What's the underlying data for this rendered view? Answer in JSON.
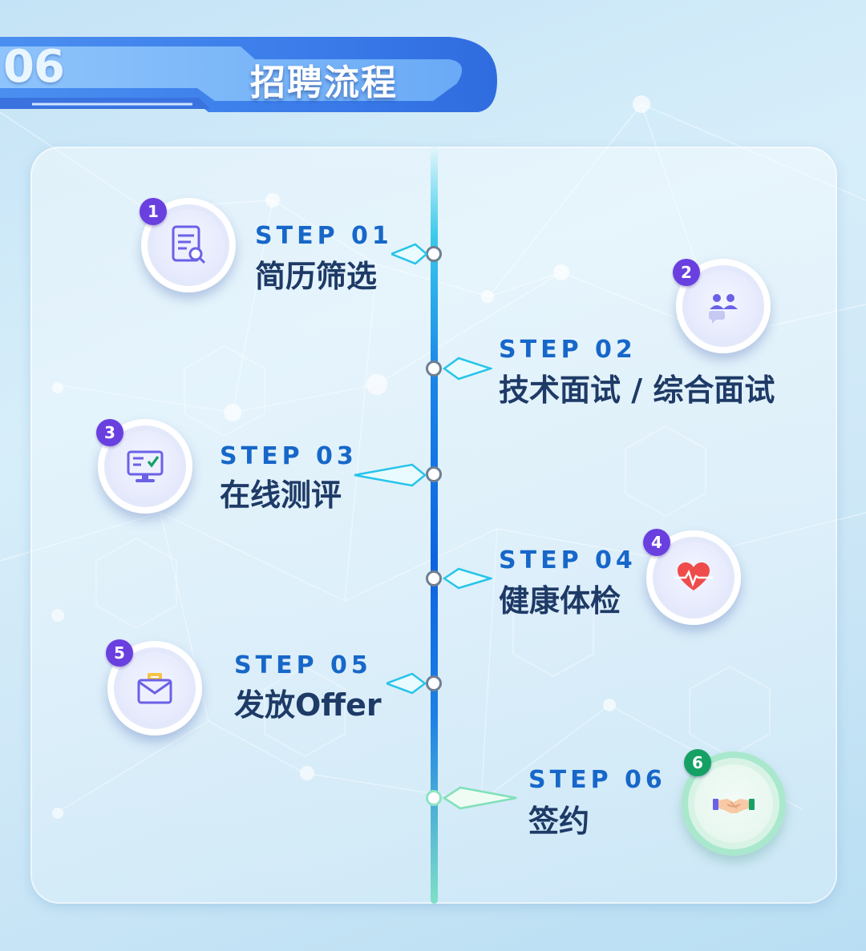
{
  "header": {
    "section_number": "06",
    "title": "招聘流程"
  },
  "colors": {
    "badge": "#6a3fe0",
    "badge_final": "#15a163",
    "step_label": "#1767c9",
    "step_title": "#1e3a66",
    "timeline": "#0d63e0"
  },
  "steps": [
    {
      "badge": "1",
      "label": "STEP 01",
      "title": "简历筛选",
      "icon": "resume-search-icon"
    },
    {
      "badge": "2",
      "label": "STEP 02",
      "title": "技术面试 / 综合面试",
      "icon": "interview-people-icon"
    },
    {
      "badge": "3",
      "label": "STEP 03",
      "title": "在线测评",
      "icon": "computer-assessment-icon"
    },
    {
      "badge": "4",
      "label": "STEP 04",
      "title": "健康体检",
      "icon": "heartbeat-icon"
    },
    {
      "badge": "5",
      "label": "STEP 05",
      "title": "发放Offer",
      "icon": "envelope-icon"
    },
    {
      "badge": "6",
      "label": "STEP 06",
      "title": "签约",
      "icon": "handshake-icon"
    }
  ]
}
